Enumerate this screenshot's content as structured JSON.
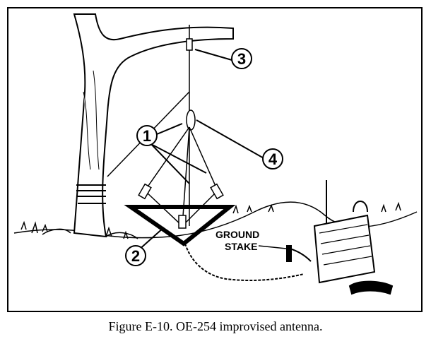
{
  "figure": {
    "caption": "Figure E-10. OE-254 improvised antenna.",
    "callouts": {
      "c1": "1",
      "c2": "2",
      "c3": "3",
      "c4": "4"
    },
    "ground_stake_label_line1": "GROUND",
    "ground_stake_label_line2": "STAKE"
  },
  "colors": {
    "ink": "#000000",
    "paper": "#ffffff"
  },
  "icons": [
    "tree-illustration",
    "antenna-mast-illustration",
    "radio-set-illustration",
    "handset-illustration",
    "ground-stake-illustration"
  ]
}
